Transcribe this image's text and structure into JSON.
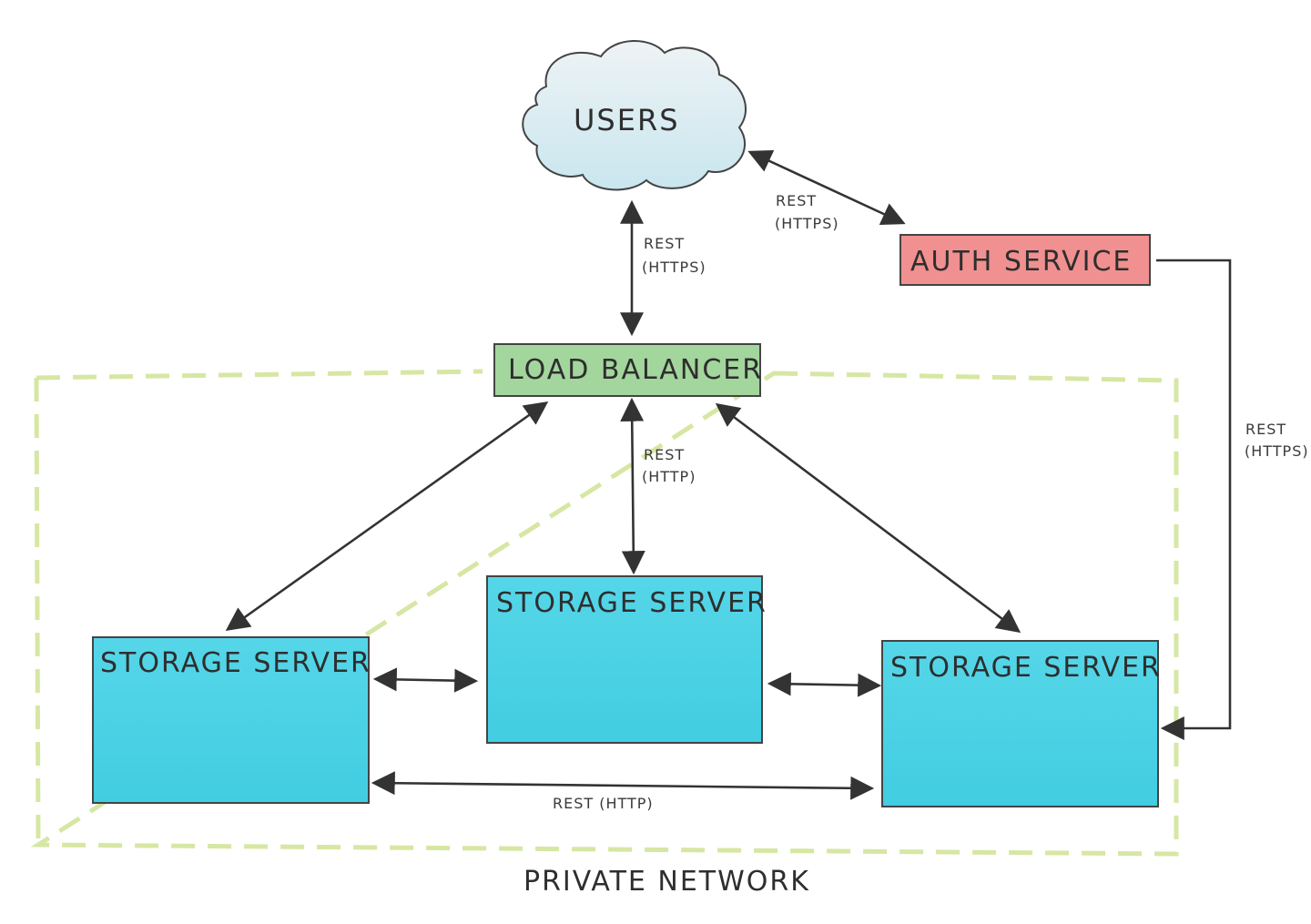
{
  "nodes": {
    "users": "USERS",
    "auth_service": "AUTH SERVICE",
    "load_balancer": "LOAD BALANCER",
    "storage_left": "STORAGE SERVER",
    "storage_center": "STORAGE SERVER",
    "storage_right": "STORAGE SERVER"
  },
  "region": {
    "label": "PRIVATE NETWORK"
  },
  "edges": {
    "users_lb": [
      "REST",
      "(HTTPS)"
    ],
    "users_auth": [
      "REST",
      "(HTTPS)"
    ],
    "lb_storage": [
      "REST",
      "(HTTP)"
    ],
    "auth_storage": [
      "REST",
      "(HTTPS)"
    ],
    "storage_left_right": "REST (HTTP)"
  },
  "colors": {
    "cloud_fill": "#e6eef2",
    "auth_fill": "#f08c8c",
    "lb_fill": "#9fd49a",
    "storage_fill": "#4fd3e6",
    "region_border": "#d4e6a0",
    "stroke": "#333333"
  }
}
